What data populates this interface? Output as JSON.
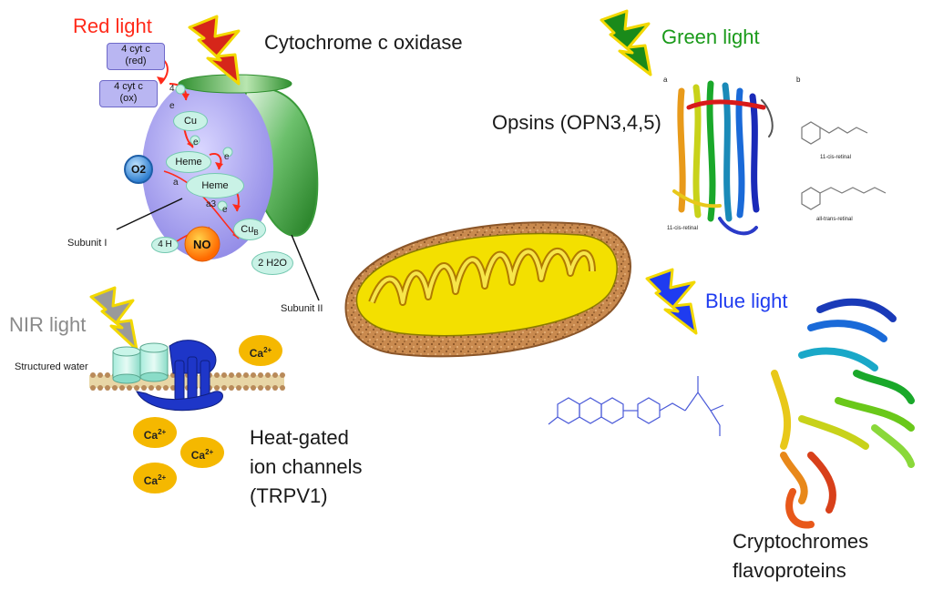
{
  "red": {
    "title": "Red light",
    "color": "#ff2a1a"
  },
  "cco": {
    "title": "Cytochrome c oxidase",
    "cyt_red_1": "4 cyt c",
    "cyt_red_2": "(red)",
    "cyt_ox_1": "4 cyt c",
    "cyt_ox_2": "(ox)",
    "four": "4",
    "e1": "e",
    "cu": "Cu",
    "e2": "e",
    "heme1": "Heme",
    "heme_a": "a",
    "e3": "e",
    "heme2": "Heme",
    "heme_a3": "a3",
    "e4": "e",
    "cub": "Cu",
    "cub_sub": "B",
    "o2": "O2",
    "no": "NO",
    "four_h": "4 H",
    "water": "2 H2O",
    "subunit1": "Subunit I",
    "subunit2": "Subunit II"
  },
  "nir": {
    "title": "NIR light",
    "structured_water": "Structured water",
    "ca_label": "Ca",
    "ca_charge": "2+",
    "channel_line1": "Heat-gated",
    "channel_line2": "ion channels",
    "channel_line3": "(TRPV1)"
  },
  "green": {
    "title": "Green light",
    "color": "#1a9a1a",
    "opsins": "Opsins (OPN3,4,5)",
    "panel_a": "a",
    "panel_b": "b",
    "retinal_11cis": "11-cis-retinal",
    "retinal_alltrans": "all-trans-retinal",
    "retinal_11cis_struct": "11-cis-retinal"
  },
  "blue": {
    "title": "Blue light",
    "color": "#1f3cf0",
    "crypto_line1": "Cryptochromes",
    "crypto_line2": "flavoproteins"
  },
  "colors": {
    "bolt_fill": "#d6261a",
    "bolt_outline": "#f2d800",
    "cco_body": "#a6a0f0",
    "subunit2_green": "#2e8b2e",
    "mito_outer": "#c9884a",
    "mito_inner": "#f3e000"
  }
}
